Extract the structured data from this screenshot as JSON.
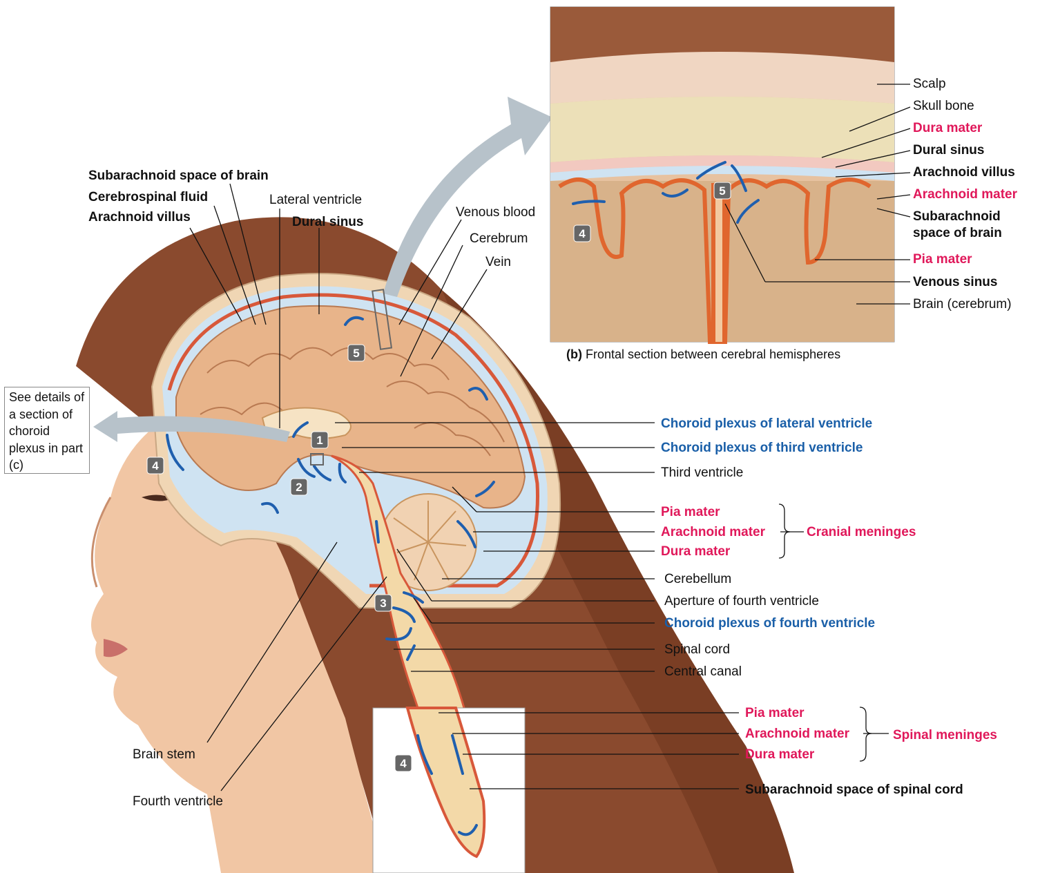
{
  "labels": {
    "subarachnoid_space_brain": "Subarachnoid space of brain",
    "cerebrospinal_fluid": "Cerebrospinal fluid",
    "arachnoid_villus": "Arachnoid villus",
    "lateral_ventricle": "Lateral ventricle",
    "dural_sinus": "Dural sinus",
    "venous_blood": "Venous blood",
    "cerebrum": "Cerebrum",
    "vein": "Vein",
    "choroid_plexus_lateral": "Choroid plexus of lateral ventricle",
    "choroid_plexus_third": "Choroid plexus of third ventricle",
    "third_ventricle": "Third ventricle",
    "pia_mater": "Pia mater",
    "arachnoid_mater": "Arachnoid mater",
    "dura_mater": "Dura mater",
    "cranial_meninges": "Cranial meninges",
    "cerebellum": "Cerebellum",
    "aperture_fourth": "Aperture of fourth ventricle",
    "choroid_plexus_fourth": "Choroid plexus of fourth ventricle",
    "spinal_cord": "Spinal cord",
    "central_canal": "Central canal",
    "spinal_pia_mater": "Pia mater",
    "spinal_arachnoid_mater": "Arachnoid mater",
    "spinal_dura_mater": "Dura mater",
    "spinal_meninges": "Spinal meninges",
    "subarachnoid_space_spinal": "Subarachnoid space of spinal cord",
    "brain_stem": "Brain stem",
    "fourth_ventricle": "Fourth ventricle"
  },
  "inset": {
    "scalp": "Scalp",
    "skull_bone": "Skull bone",
    "dura_mater": "Dura mater",
    "dural_sinus": "Dural sinus",
    "arachnoid_villus": "Arachnoid villus",
    "arachnoid_mater": "Arachnoid mater",
    "subarachnoid_line1": "Subarachnoid",
    "subarachnoid_line2": "space of brain",
    "pia_mater": "Pia mater",
    "venous_sinus": "Venous sinus",
    "brain_cerebrum": "Brain (cerebrum)",
    "caption_letter": "(b)",
    "caption_text": " Frontal section between cerebral hemispheres"
  },
  "see_details": "See details of a section of choroid plexus in part (c)",
  "steps": [
    "1",
    "2",
    "3",
    "4",
    "5"
  ],
  "colors": {
    "meninges_red": "#e0185a",
    "choroid_blue": "#1a5fa8",
    "hair": "#8a4a2e",
    "skin": "#f1c6a4",
    "brain": "#e8b48a",
    "csf": "#cfe3f2",
    "arrow": "#1f5fae"
  }
}
